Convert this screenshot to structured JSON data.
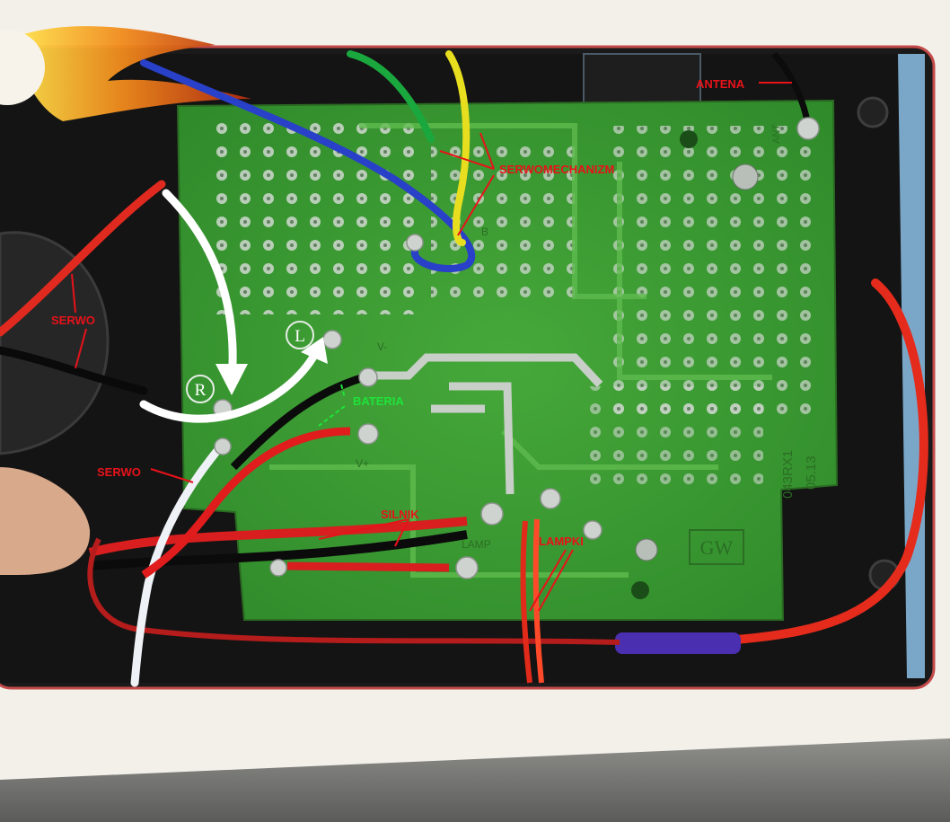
{
  "photo": {
    "subject": "circuit-board-photo"
  },
  "labels": {
    "antena": "ANTENA",
    "serwomechanizm": "SERWOMECHANIZM",
    "serwo_left": "SERWO",
    "serwo_bottom": "SERWO",
    "bateria": "BATERIA",
    "silnik": "SILNIK",
    "lampki": "LAMPKI"
  },
  "board_marks": {
    "r": "R",
    "l": "L",
    "gw": "GW",
    "code": "043RX1",
    "date": "05.13",
    "lamp": "LAMP",
    "ant": "ANT",
    "v_plus": "V+",
    "v_minus": "V-",
    "b": "B"
  },
  "colors": {
    "label_red": "#e8121a",
    "label_green": "#1fe33a",
    "pcb_green": "#3c9a32",
    "case_black": "#121212",
    "card_border": "#c44a4a"
  }
}
